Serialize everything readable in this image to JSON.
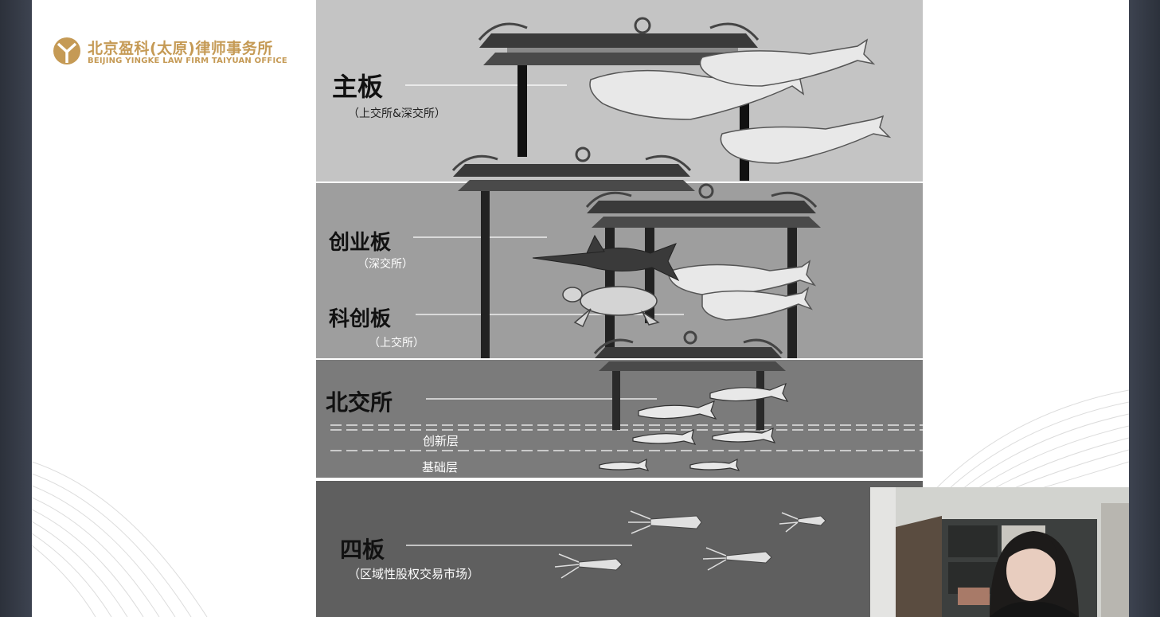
{
  "logo": {
    "name_cn": "北京盈科(太原)律师事务所",
    "name_en": "BEIJING YINGKE LAW FIRM TAIYUAN OFFICE",
    "brand_color": "#c59a55"
  },
  "infographic": {
    "tiers": [
      {
        "name": "主板",
        "exchange": "（上交所&深交所）",
        "band_color": "#c4c4c4"
      },
      {
        "name": "创业板",
        "exchange": "（深交所）",
        "band_color": "#9e9e9e"
      },
      {
        "name": "科创板",
        "exchange": "（上交所）",
        "band_color": "#9e9e9e"
      },
      {
        "name": "北交所",
        "sublayers": [
          "创新层",
          "基础层"
        ],
        "band_color": "#7b7b7b"
      },
      {
        "name": "四板",
        "exchange": "（区域性股权交易市场）",
        "band_color": "#5f5f5f"
      }
    ]
  },
  "video": {
    "label": "presenter-video"
  }
}
